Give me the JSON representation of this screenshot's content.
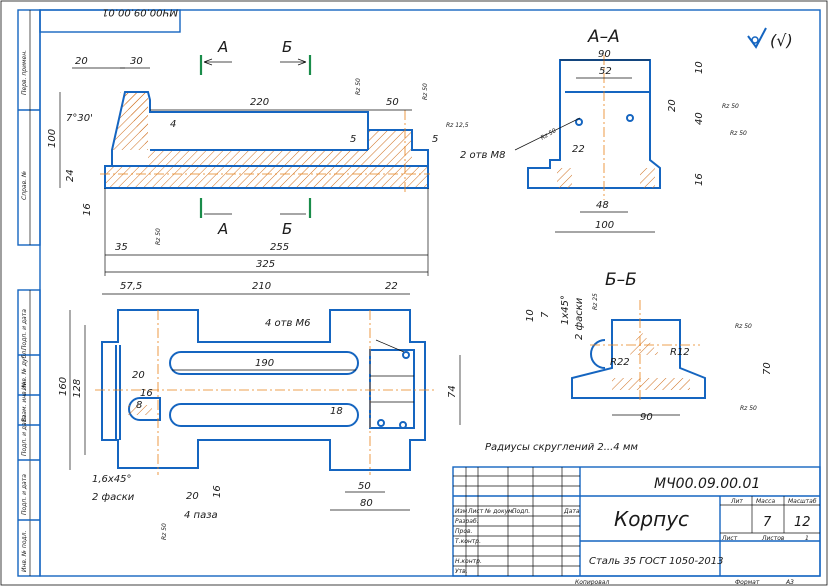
{
  "designation": "МЧ00.09.00.01",
  "part_name": "Корпус",
  "material": "Сталь 35 ГОСТ 1050-2013",
  "roughness_general": "(√)",
  "note": "Радиусы скруглений 2...4 мм",
  "strip": [
    "Перв. примен.",
    "Справ. №",
    "Подп. и дата",
    "Инв. № дубл.",
    "Взам. инв. №",
    "Подп. и дата",
    "Подп. и дата",
    "Инв. № подл."
  ],
  "sections": {
    "a": "А",
    "b": "Б",
    "aa_title": "А–А",
    "bb_title": "Б–Б"
  },
  "front": {
    "d20": "20",
    "d30": "30",
    "d220": "220",
    "d50": "50",
    "d5": "5",
    "d4": "4",
    "angle": "7°30'",
    "d100": "100",
    "d24": "24",
    "d16": "16",
    "d35": "35",
    "d255": "255",
    "d325": "325",
    "rz50": "Rz 50",
    "rz125": "Rz 12,5"
  },
  "aa": {
    "d90": "90",
    "d52": "52",
    "d10": "10",
    "d20": "20",
    "d40": "40",
    "d16": "16",
    "d22": "22",
    "d48": "48",
    "d100": "100",
    "holes": "2 отв М8"
  },
  "bb": {
    "d90": "90",
    "d70": "70",
    "r22": "R22",
    "r12": "R12",
    "d10": "10",
    "d7": "7",
    "chamfer": "1х45°",
    "faski": "2 фаски",
    "rz25": "Rz 25"
  },
  "top": {
    "holes": "4 отв М6",
    "d575": "57,5",
    "d210": "210",
    "d22": "22",
    "d190": "190",
    "d18": "18",
    "d160": "160",
    "d128": "128",
    "d74": "74",
    "d20": "20",
    "d16": "16",
    "d8": "8",
    "d50": "50",
    "d80": "80",
    "chamfer": "1,6х45°",
    "faski": "2 фаски",
    "slots": "4 паза"
  },
  "tb": {
    "lit": "Лит",
    "mass": "Масса",
    "scale": "Масштаб",
    "mass_value": "7",
    "scale_value": "12",
    "sheet": "Лист",
    "sheets": "Листов",
    "sheets_value": "1",
    "cols": [
      "Изм",
      "Лист",
      "№ докум.",
      "Подп.",
      "Дата"
    ],
    "rows": [
      "Разраб.",
      "Пров.",
      "Т.контр.",
      "Н.контр.",
      "Утв."
    ],
    "copied": "Копировал",
    "format": "Формат",
    "format_value": "А3"
  }
}
